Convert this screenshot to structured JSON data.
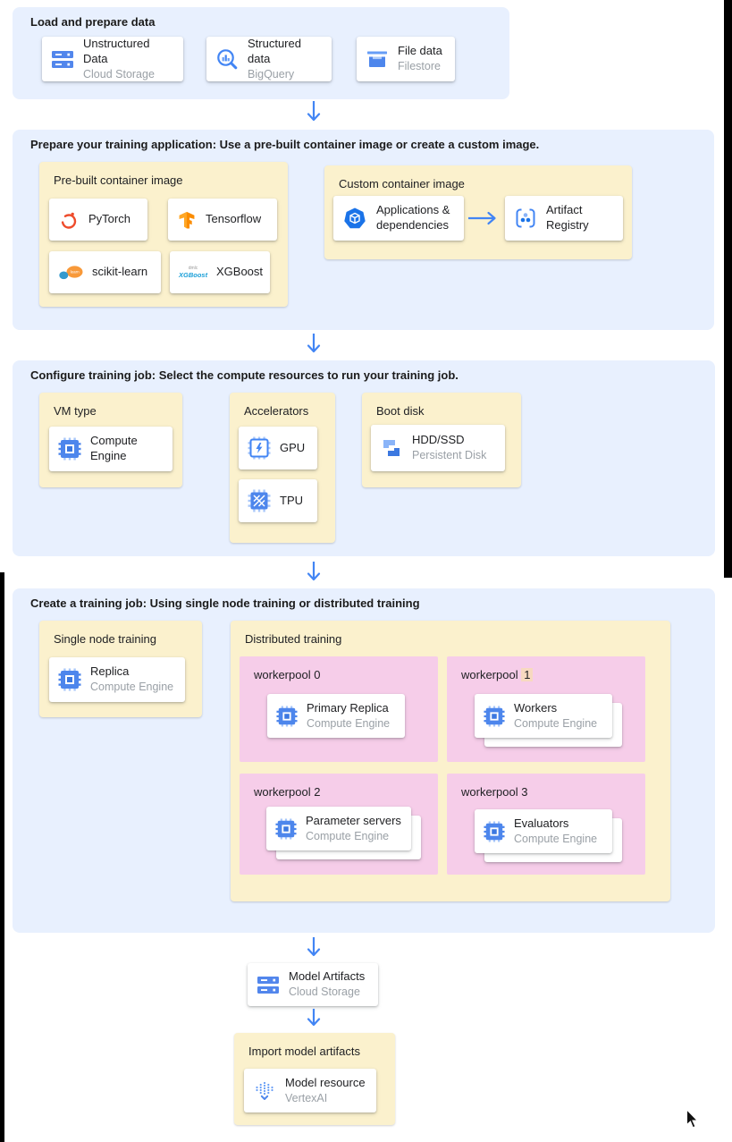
{
  "colors": {
    "section_bg": "#e8f0fe",
    "panel_yellow": "#fbf1cd",
    "panel_pink": "#f6cde9",
    "number_highlight": "#f7d9c0",
    "arrow_blue": "#4285f4",
    "icon_blue": "#4d86ec",
    "pytorch_orange": "#ee4c2c",
    "tensorflow_orange": "#ff8f00",
    "title_text": "#202124",
    "subtitle_text": "#9aa0a6"
  },
  "diagram": {
    "load": {
      "header": "Load and prepare data",
      "cards": [
        {
          "title": "Unstructured Data",
          "subtitle": "Cloud Storage",
          "icon": "cloud-storage"
        },
        {
          "title": "Structured data",
          "subtitle": "BigQuery",
          "icon": "bigquery"
        },
        {
          "title": "File data",
          "subtitle": "Filestore",
          "icon": "filestore"
        }
      ]
    },
    "prepare": {
      "header": "Prepare your training application: Use a pre-built container image or create a custom image.",
      "prebuilt": {
        "title": "Pre-built container image",
        "cards": [
          {
            "title": "PyTorch",
            "icon": "pytorch"
          },
          {
            "title": "Tensorflow",
            "icon": "tensorflow"
          },
          {
            "title": "scikit-learn",
            "icon": "scikit-learn"
          },
          {
            "title": "XGBoost",
            "icon": "xgboost"
          }
        ]
      },
      "custom": {
        "title": "Custom container image",
        "source": {
          "title": "Applications & dependencies",
          "icon": "applications"
        },
        "target": {
          "title": "Artifact Registry",
          "icon": "artifact-registry"
        }
      }
    },
    "configure": {
      "header": "Configure training job: Select the compute resources to run your training job.",
      "vm_type": {
        "title": "VM type",
        "card": {
          "title": "Compute Engine",
          "icon": "compute-engine"
        }
      },
      "accelerators": {
        "title": "Accelerators",
        "cards": [
          {
            "title": "GPU",
            "icon": "gpu"
          },
          {
            "title": "TPU",
            "icon": "tpu"
          }
        ]
      },
      "boot_disk": {
        "title": "Boot disk",
        "card": {
          "title": "HDD/SSD",
          "subtitle": "Persistent Disk",
          "icon": "persistent-disk"
        }
      }
    },
    "create": {
      "header": "Create a training job: Using single node training or distributed training",
      "single_node": {
        "title": "Single node training",
        "card": {
          "title": "Replica",
          "subtitle": "Compute Engine",
          "icon": "compute-engine"
        }
      },
      "distributed": {
        "title": "Distributed training",
        "workerpools": [
          {
            "label": "workerpool",
            "num": "0",
            "num_highlighted": false,
            "card": {
              "title": "Primary Replica",
              "subtitle": "Compute Engine",
              "icon": "compute-engine"
            }
          },
          {
            "label": "workerpool",
            "num": "1",
            "num_highlighted": true,
            "card": {
              "title": "Workers",
              "subtitle": "Compute Engine",
              "icon": "compute-engine"
            }
          },
          {
            "label": "workerpool",
            "num": "2",
            "num_highlighted": false,
            "card": {
              "title": "Parameter servers",
              "subtitle": "Compute Engine",
              "icon": "compute-engine"
            }
          },
          {
            "label": "workerpool",
            "num": "3",
            "num_highlighted": false,
            "card": {
              "title": "Evaluators",
              "subtitle": "Compute Engine",
              "icon": "compute-engine"
            }
          }
        ]
      }
    },
    "model_artifacts": {
      "title": "Model Artifacts",
      "subtitle": "Cloud Storage",
      "icon": "cloud-storage"
    },
    "import_model": {
      "header": "Import model artifacts",
      "card": {
        "title": "Model resource",
        "subtitle": "VertexAI",
        "icon": "vertex-ai"
      }
    },
    "logos": {
      "xgboost_top": "dmlc",
      "xgboost_text": "XGBoost",
      "scikit_text": "learn"
    }
  }
}
